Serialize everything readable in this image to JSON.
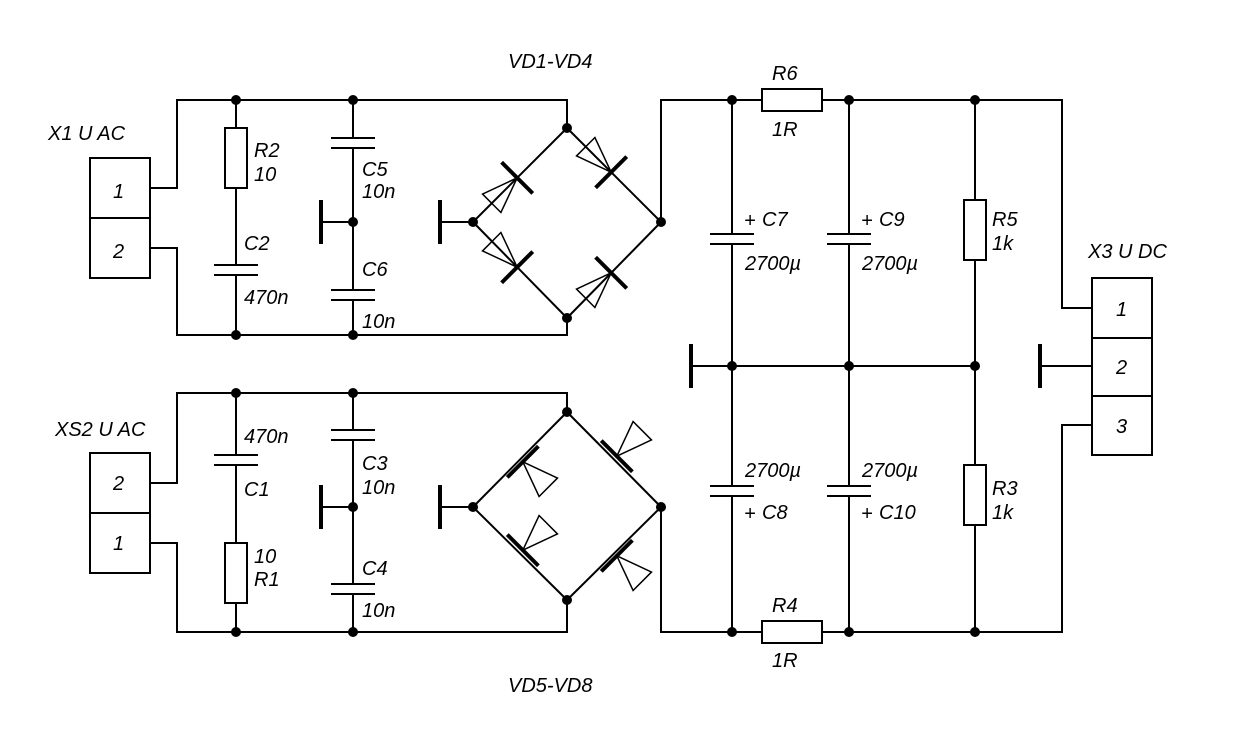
{
  "connectors": {
    "x1": {
      "title": "X1 U AC",
      "pins": [
        "1",
        "2"
      ]
    },
    "xs2": {
      "title": "XS2 U AC",
      "pins": [
        "2",
        "1"
      ]
    },
    "x3": {
      "title": "X3 U DC",
      "pins": [
        "1",
        "2",
        "3"
      ]
    }
  },
  "bridges": {
    "top": "VD1-VD4",
    "bottom": "VD5-VD8"
  },
  "resistors": {
    "r1": {
      "ref": "R1",
      "value": "10"
    },
    "r2": {
      "ref": "R2",
      "value": "10"
    },
    "r3": {
      "ref": "R3",
      "value": "1k"
    },
    "r4": {
      "ref": "R4",
      "value": "1R"
    },
    "r5": {
      "ref": "R5",
      "value": "1k"
    },
    "r6": {
      "ref": "R6",
      "value": "1R"
    }
  },
  "capacitors": {
    "c1": {
      "ref": "C1",
      "value": "470n"
    },
    "c2": {
      "ref": "C2",
      "value": "470n"
    },
    "c3": {
      "ref": "C3",
      "value": "10n"
    },
    "c4": {
      "ref": "C4",
      "value": "10n"
    },
    "c5": {
      "ref": "C5",
      "value": "10n"
    },
    "c6": {
      "ref": "C6",
      "value": "10n"
    },
    "c7": {
      "ref": "C7",
      "value": "2700µ"
    },
    "c8": {
      "ref": "C8",
      "value": "2700µ"
    },
    "c9": {
      "ref": "C9",
      "value": "2700µ"
    },
    "c10": {
      "ref": "C10",
      "value": "2700µ"
    }
  },
  "polarity": {
    "plus": "+"
  }
}
